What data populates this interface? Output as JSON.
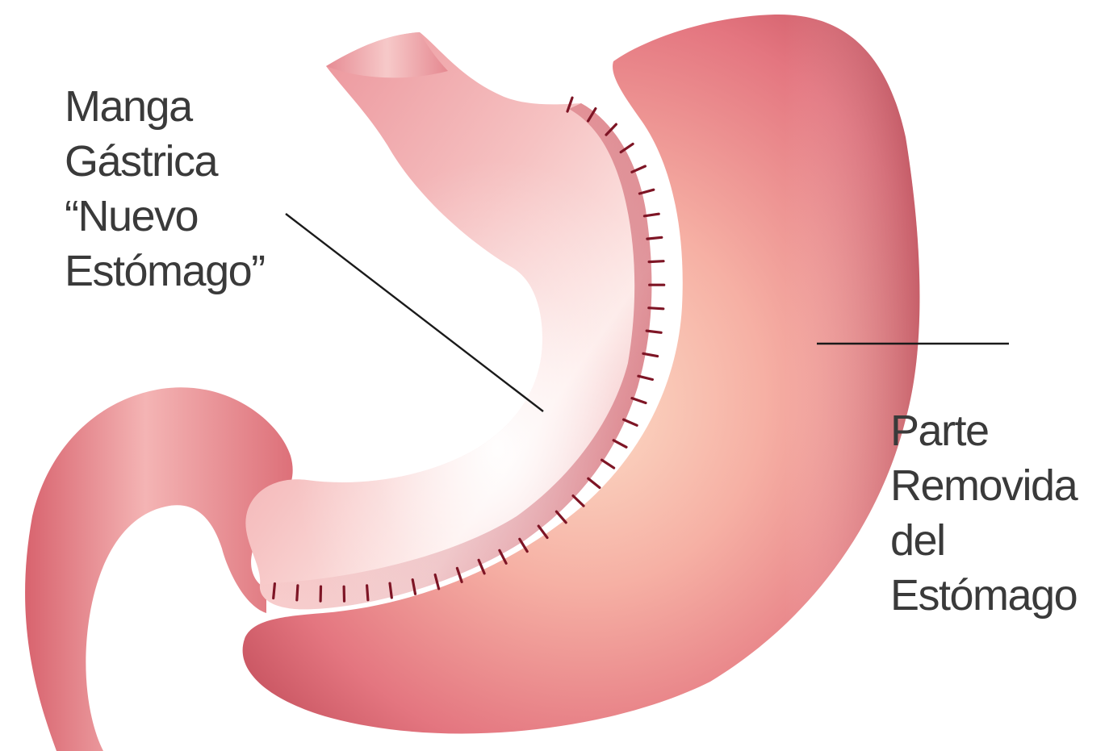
{
  "labels": {
    "sleeve": {
      "lines": [
        "Manga",
        "Gástrica",
        "“Nuevo",
        "Estómago”"
      ]
    },
    "removed": {
      "lines": [
        "Parte",
        "Removida",
        "del",
        "Estómago"
      ]
    }
  },
  "colors": {
    "removed_part_base": "#e4737c",
    "removed_part_highlight": "#fbd9c2",
    "removed_part_edge": "#b8414f",
    "sleeve_base": "#e27d86",
    "sleeve_highlight": "#fff3f2",
    "sleeve_edge": "#bb4855",
    "staple_marks": "#7e1525",
    "leader_line": "#1a1a1a",
    "label_text": "#3a3a3a",
    "background": "#ffffff"
  }
}
